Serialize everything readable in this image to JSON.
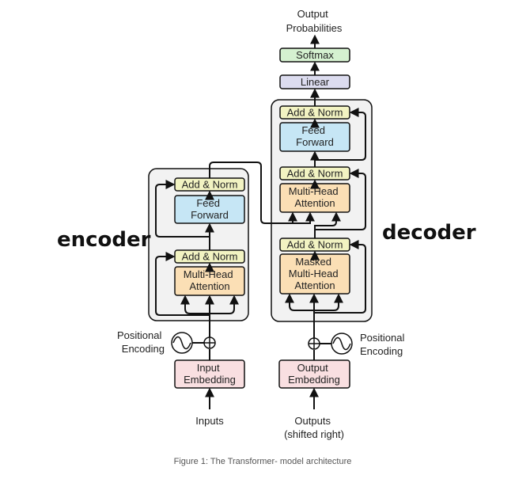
{
  "labels": {
    "output_probabilities": [
      "Output",
      "Probabilities"
    ],
    "softmax": "Softmax",
    "linear": "Linear",
    "encoder": "encoder",
    "decoder": "decoder",
    "add_norm": "Add & Norm",
    "feed_forward": [
      "Feed",
      "Forward"
    ],
    "multi_head_attention": [
      "Multi-Head",
      "Attention"
    ],
    "masked_multi_head_attention": [
      "Masked",
      "Multi-Head",
      "Attention"
    ],
    "positional_encoding": [
      "Positional",
      "Encoding"
    ],
    "input_embedding": [
      "Input",
      "Embedding"
    ],
    "output_embedding": [
      "Output",
      "Embedding"
    ],
    "inputs": "Inputs",
    "outputs": [
      "Outputs",
      "(shifted right)"
    ],
    "caption": "Figure 1: The Transformer- model architecture"
  },
  "colors": {
    "add_norm": "#f2f3c2",
    "feed_forward": "#c6e6f5",
    "attention": "#fbdfb5",
    "embedding": "#f9dfe1",
    "softmax": "#d5f1d0",
    "linear": "#dcdcef",
    "block_bg": "#f2f2f2",
    "stroke": "#111111"
  }
}
